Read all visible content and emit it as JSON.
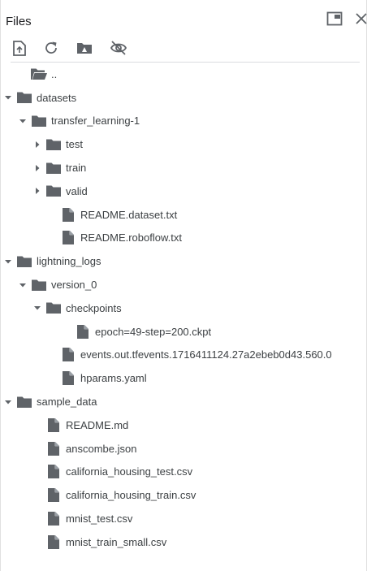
{
  "panel": {
    "title": "Files"
  },
  "header_buttons": [
    {
      "name": "open-in-tab-icon"
    },
    {
      "name": "close-icon"
    }
  ],
  "toolbar": [
    {
      "name": "upload-icon"
    },
    {
      "name": "refresh-icon"
    },
    {
      "name": "mount-drive-icon"
    },
    {
      "name": "hide-hidden-files-icon"
    }
  ],
  "tree": [
    {
      "label": "..",
      "type": "open-folder",
      "depth": 1,
      "arrow": "none"
    },
    {
      "label": "datasets",
      "type": "folder",
      "depth": 0,
      "arrow": "down"
    },
    {
      "label": "transfer_learning-1",
      "type": "folder",
      "depth": 1,
      "arrow": "down"
    },
    {
      "label": "test",
      "type": "folder",
      "depth": 2,
      "arrow": "right"
    },
    {
      "label": "train",
      "type": "folder",
      "depth": 2,
      "arrow": "right"
    },
    {
      "label": "valid",
      "type": "folder",
      "depth": 2,
      "arrow": "right"
    },
    {
      "label": "README.dataset.txt",
      "type": "file",
      "depth": 3,
      "arrow": "none"
    },
    {
      "label": "README.roboflow.txt",
      "type": "file",
      "depth": 3,
      "arrow": "none"
    },
    {
      "label": "lightning_logs",
      "type": "folder",
      "depth": 0,
      "arrow": "down"
    },
    {
      "label": "version_0",
      "type": "folder",
      "depth": 1,
      "arrow": "down"
    },
    {
      "label": "checkpoints",
      "type": "folder",
      "depth": 2,
      "arrow": "down"
    },
    {
      "label": "epoch=49-step=200.ckpt",
      "type": "file",
      "depth": 4,
      "arrow": "none"
    },
    {
      "label": "events.out.tfevents.1716411124.27a2ebeb0d43.560.0",
      "type": "file",
      "depth": 3,
      "arrow": "none"
    },
    {
      "label": "hparams.yaml",
      "type": "file",
      "depth": 3,
      "arrow": "none"
    },
    {
      "label": "sample_data",
      "type": "folder",
      "depth": 0,
      "arrow": "down"
    },
    {
      "label": "README.md",
      "type": "file",
      "depth": 2,
      "arrow": "none"
    },
    {
      "label": "anscombe.json",
      "type": "file",
      "depth": 2,
      "arrow": "none"
    },
    {
      "label": "california_housing_test.csv",
      "type": "file",
      "depth": 2,
      "arrow": "none"
    },
    {
      "label": "california_housing_train.csv",
      "type": "file",
      "depth": 2,
      "arrow": "none"
    },
    {
      "label": "mnist_test.csv",
      "type": "file",
      "depth": 2,
      "arrow": "none"
    },
    {
      "label": "mnist_train_small.csv",
      "type": "file",
      "depth": 2,
      "arrow": "none"
    }
  ],
  "colors": {
    "icon": "#5f6368",
    "text": "#3c4043"
  }
}
